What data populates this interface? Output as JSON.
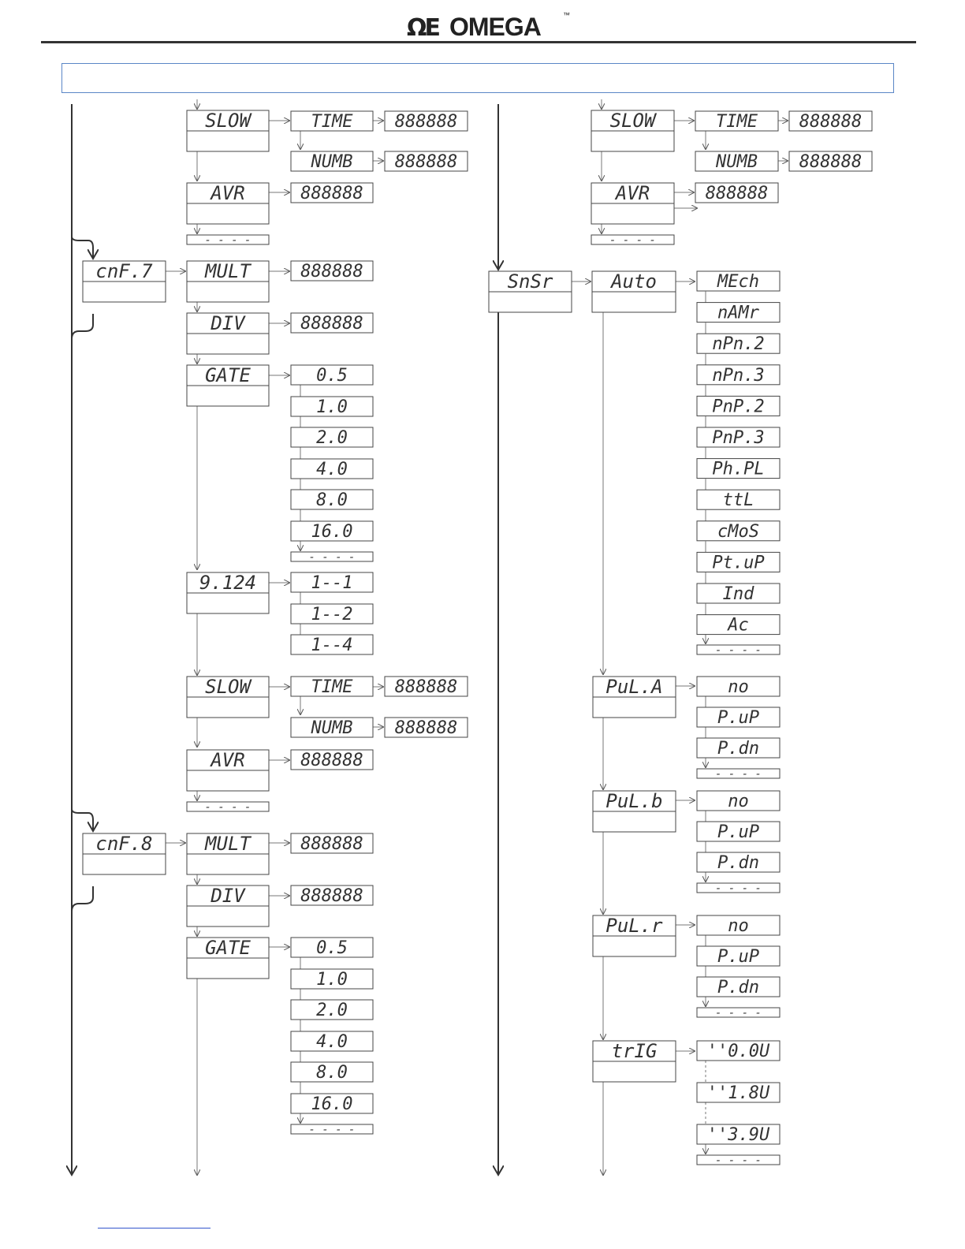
{
  "header": {
    "logo_mark": "ΩE",
    "brand": "OMEGA",
    "trademark": "™"
  },
  "blank": "888888",
  "end": "----",
  "left": {
    "top_group": {
      "slow": "SLOW",
      "time": "TIME",
      "numb": "NUMB",
      "avr": "AVR"
    },
    "cnf7": {
      "label": "cnF.7",
      "mult": "MULT",
      "div": "DIV",
      "gate": "GATE",
      "gate_options": [
        "0.5",
        "1.0",
        "2.0",
        "4.0",
        "8.0",
        "16.0"
      ],
      "prescale": "9.124",
      "prescale_options": [
        "1--1",
        "1--2",
        "1--4"
      ],
      "slow": "SLOW",
      "time": "TIME",
      "numb": "NUMB",
      "avr": "AVR"
    },
    "cnf8": {
      "label": "cnF.8",
      "mult": "MULT",
      "div": "DIV",
      "gate": "GATE",
      "gate_options": [
        "0.5",
        "1.0",
        "2.0",
        "4.0",
        "8.0",
        "16.0"
      ]
    }
  },
  "right": {
    "top_group": {
      "slow": "SLOW",
      "time": "TIME",
      "numb": "NUMB",
      "avr": "AVR"
    },
    "snsr": {
      "label": "SnSr",
      "auto": "Auto",
      "sensor_options": [
        "MEch",
        "nAMr",
        "nPn.2",
        "nPn.3",
        "PnP.2",
        "PnP.3",
        "Ph.PL",
        "ttL",
        "cMoS",
        "Pt.uP",
        "Ind",
        "Ac"
      ],
      "pull_a": "PuL.A",
      "pull_b": "PuL.b",
      "pull_r": "PuL.r",
      "pull_options": [
        "no",
        "P.uP",
        "P.dn"
      ],
      "trig": "trIG",
      "trig_options": [
        "''0.0U",
        "''1.8U",
        "''3.9U"
      ]
    }
  }
}
